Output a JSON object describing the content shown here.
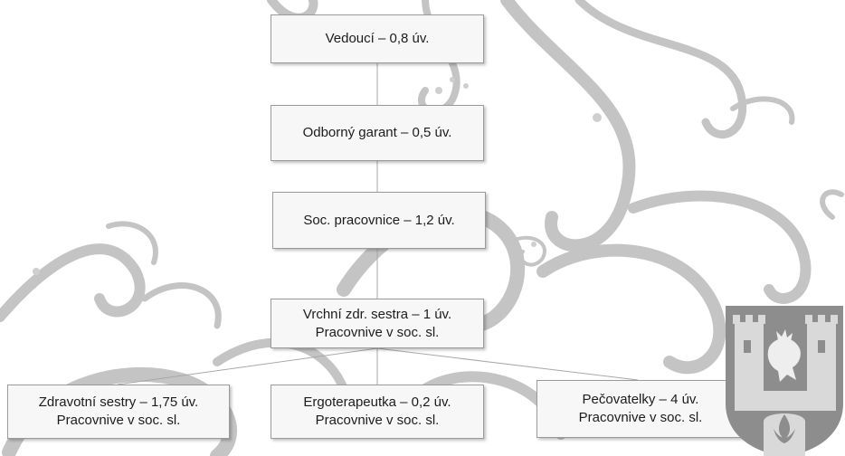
{
  "org_chart": {
    "nodes": [
      {
        "id": "vedouci",
        "lines": [
          "Vedoucí – 0,8 úv."
        ]
      },
      {
        "id": "odborny-garant",
        "lines": [
          "Odborný garant – 0,5 úv."
        ]
      },
      {
        "id": "soc-pracovnice",
        "lines": [
          "Soc. pracovnice – 1,2 úv."
        ]
      },
      {
        "id": "vrchni-sestra",
        "lines": [
          "Vrchní zdr. sestra – 1 úv.",
          "Pracovnive v soc. sl."
        ]
      },
      {
        "id": "zdravotni-sestry",
        "lines": [
          "Zdravotní sestry – 1,75 úv.",
          "Pracovnive v soc. sl."
        ]
      },
      {
        "id": "ergoterapeutka",
        "lines": [
          "Ergoterapeutka – 0,2 úv.",
          "Pracovnive v soc. sl."
        ]
      },
      {
        "id": "pecovatelky",
        "lines": [
          "Pečovatelky – 4 úv.",
          "Pracovnive v soc. sl."
        ]
      }
    ],
    "edges": [
      [
        "vedouci",
        "odborny-garant"
      ],
      [
        "odborny-garant",
        "soc-pracovnice"
      ],
      [
        "soc-pracovnice",
        "vrchni-sestra"
      ],
      [
        "vrchni-sestra",
        "zdravotni-sestry"
      ],
      [
        "vrchni-sestra",
        "ergoterapeutka"
      ],
      [
        "vrchni-sestra",
        "pecovatelky"
      ]
    ]
  },
  "colors": {
    "ornament": "#c4c4c4",
    "box_fill": "#f7f7f7",
    "box_border": "#9a9a9a",
    "connector": "#a8a8a8",
    "crest_field": "#8d8d8d"
  }
}
